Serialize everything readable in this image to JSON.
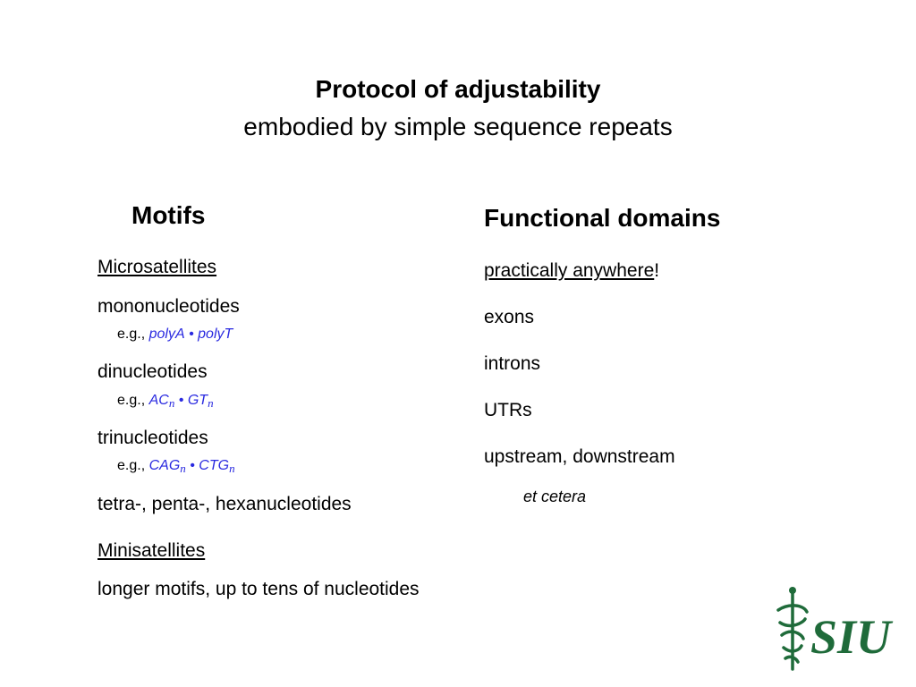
{
  "slide": {
    "title": "Protocol of adjustability",
    "subtitle": "embodied by simple sequence repeats"
  },
  "motifs": {
    "heading": "Motifs",
    "microsatellites": "Microsatellites",
    "mono": {
      "label": "mononucleotides",
      "eg": "e.g.,",
      "a": "polyA",
      "sep": "•",
      "b": "polyT"
    },
    "di": {
      "label": "dinucleotides",
      "eg": "e.g.,",
      "a": "AC",
      "a_sub": "n",
      "sep": "•",
      "b": "GT",
      "b_sub": "n"
    },
    "tri": {
      "label": "trinucleotides",
      "eg": "e.g.,",
      "a": "CAG",
      "a_sub": "n",
      "sep": "•",
      "b": "CTG",
      "b_sub": "n"
    },
    "tetra": "tetra-, penta-, hexanucleotides",
    "minisatellites": "Minisatellites",
    "longer": "longer motifs, up to tens of nucleotides"
  },
  "domains": {
    "heading": "Functional domains",
    "anywhere": "practically anywhere",
    "anywhere_suffix": "!",
    "items": [
      "exons",
      "introns",
      "UTRs",
      "upstream, downstream"
    ],
    "etc": "et cetera"
  },
  "logo": {
    "text": "SIU",
    "color": "#1f6b3a",
    "icon": "caduceus-icon"
  }
}
